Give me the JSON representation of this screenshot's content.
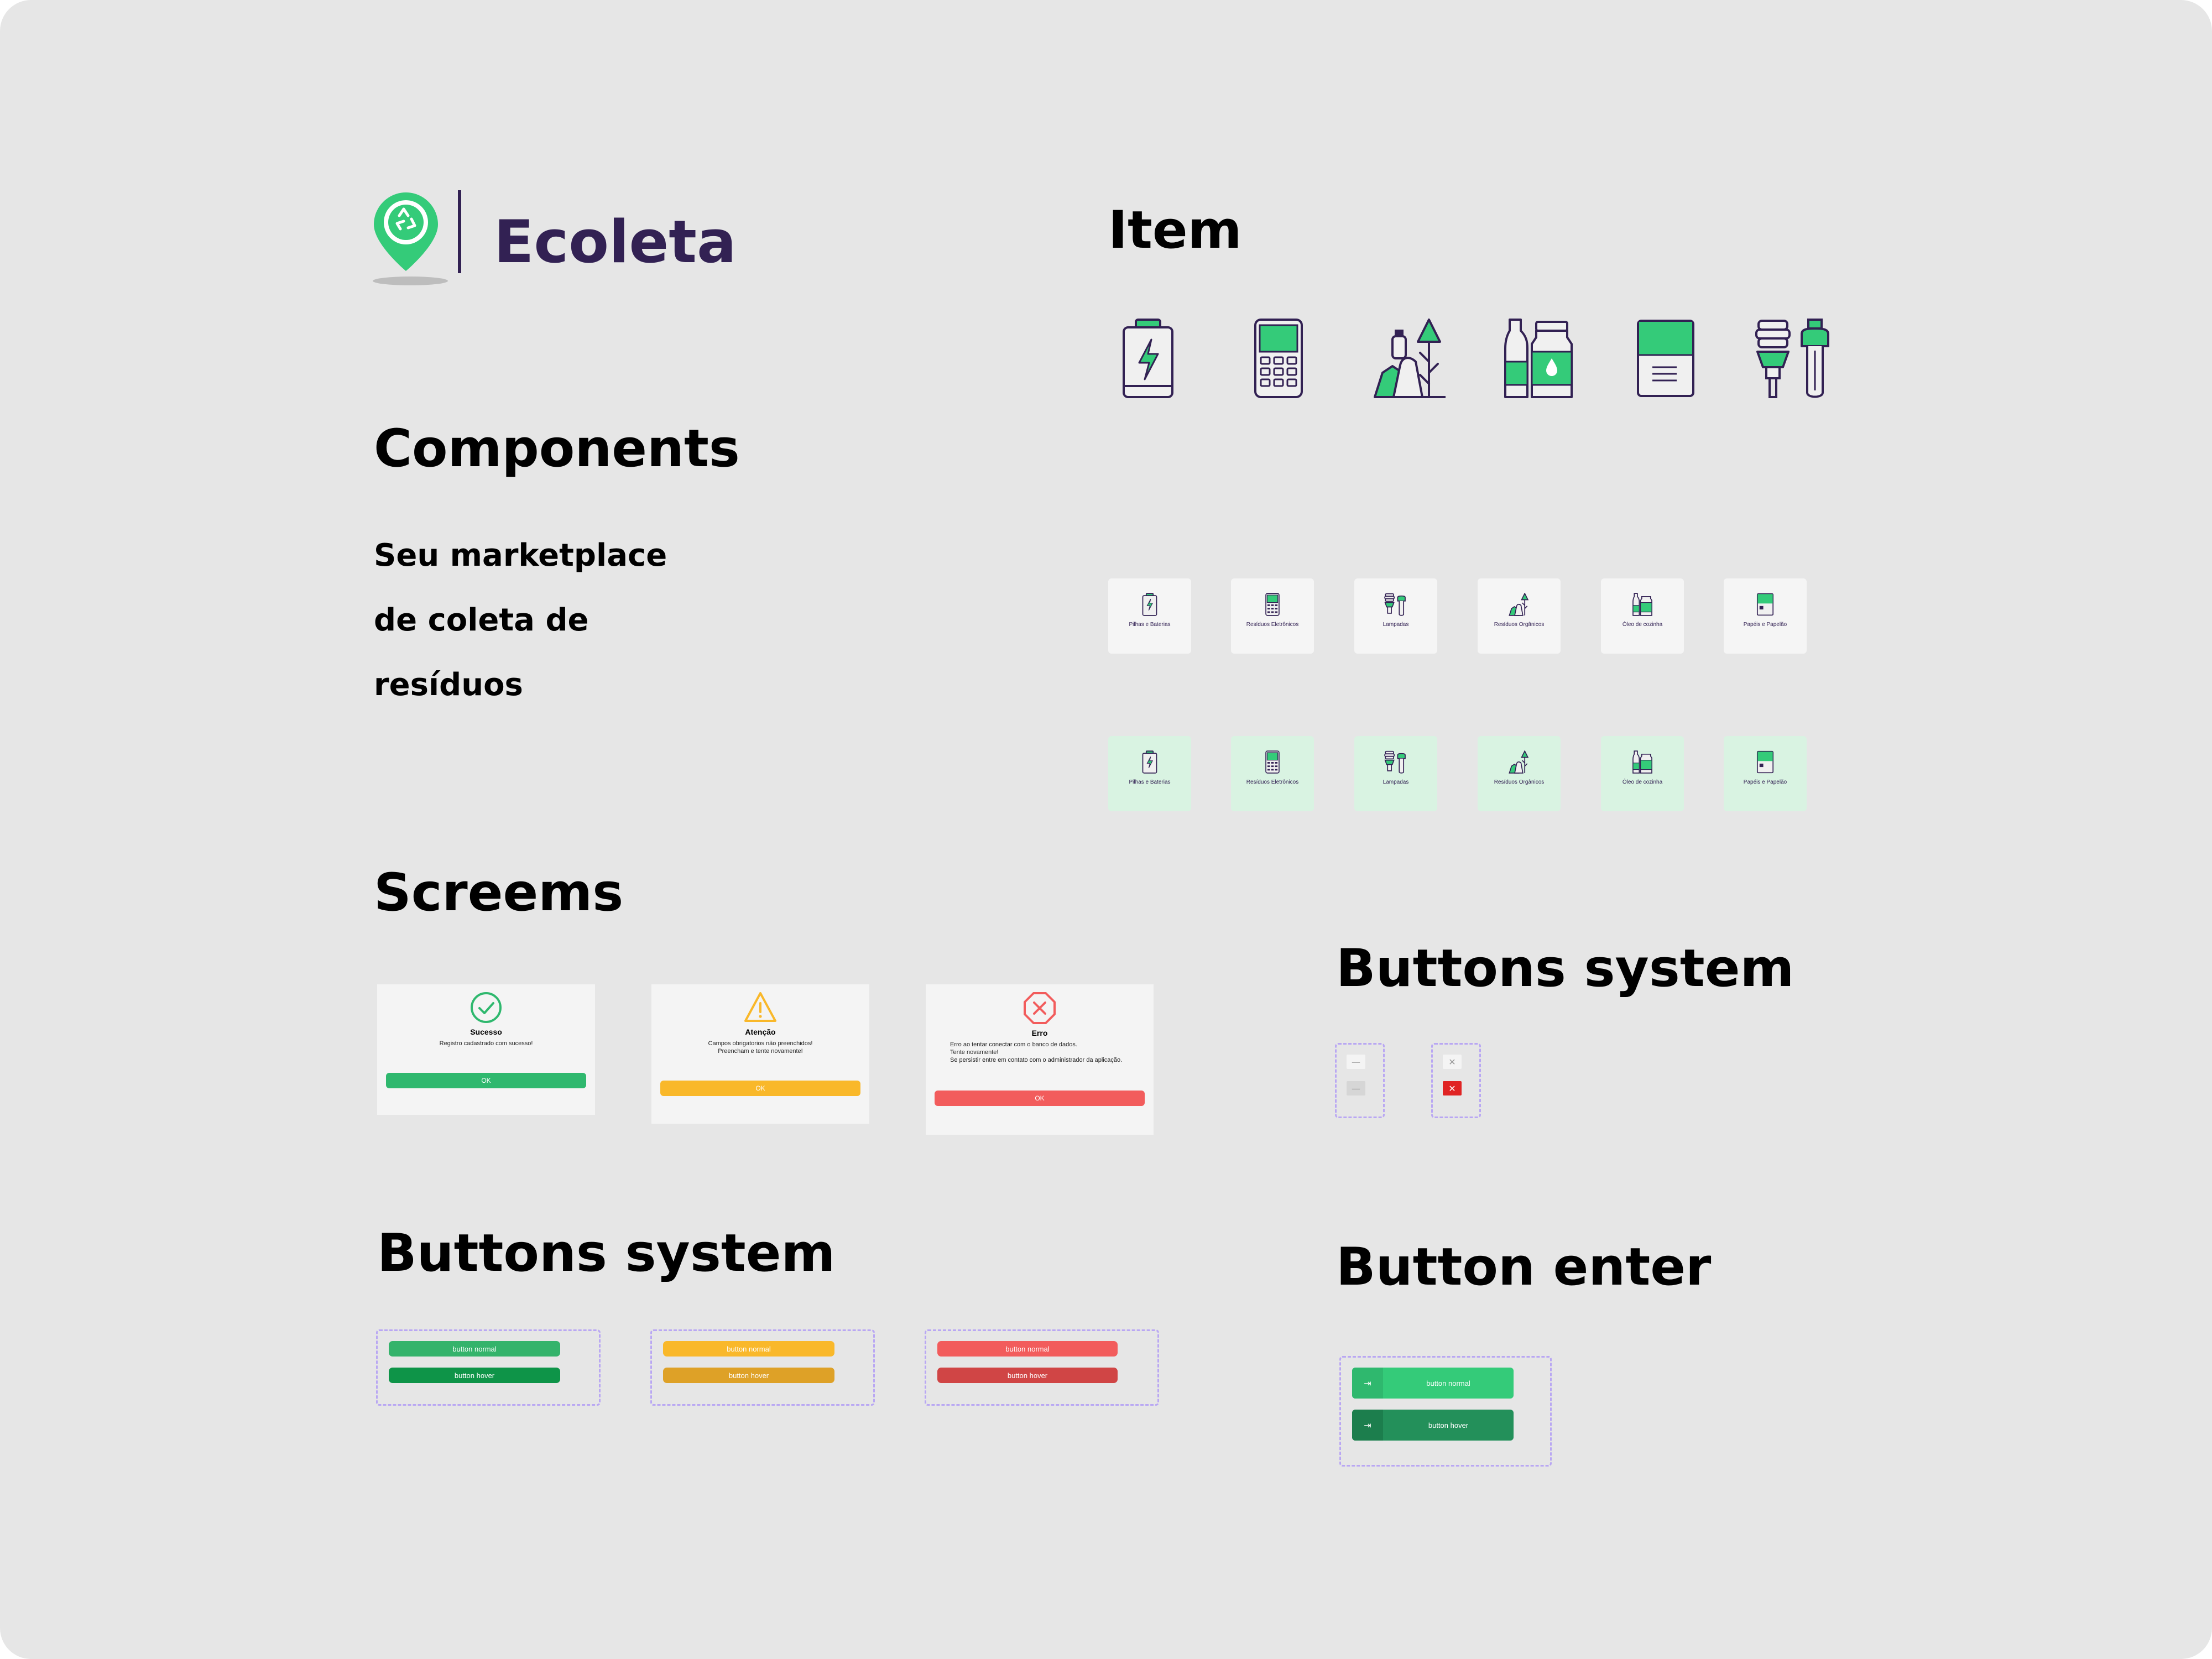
{
  "brand": {
    "name": "Ecoleta",
    "logo_icon": "recycle-pin-icon"
  },
  "headings": {
    "components": "Components",
    "tagline": [
      "Seu marketplace",
      "de coleta de",
      "resíduos"
    ],
    "screens": "Screems",
    "buttons_system_left": "Buttons system",
    "item": "Item",
    "buttons_system_right": "Buttons system",
    "button_enter": "Button enter"
  },
  "item_icons": [
    "battery-icon",
    "electronic-device-icon",
    "organic-waste-icon",
    "cooking-oil-bottles-icon",
    "paper-notebook-icon",
    "light-bulbs-icon"
  ],
  "item_cards": [
    {
      "label": "Pilhas e Baterias",
      "icon": "battery-icon"
    },
    {
      "label": "Resíduos Eletrônicos",
      "icon": "electronic-device-icon"
    },
    {
      "label": "Lampadas",
      "icon": "light-bulbs-icon"
    },
    {
      "label": "Resíduos Orgânicos",
      "icon": "organic-waste-icon"
    },
    {
      "label": "Óleo de cozinha",
      "icon": "cooking-oil-bottles-icon"
    },
    {
      "label": "Papéis e Papelão",
      "icon": "paper-notebook-icon"
    }
  ],
  "modals": {
    "success": {
      "title": "Sucesso",
      "text": "Registro cadastrado com sucesso!",
      "button": "OK",
      "icon": "check-circle-icon",
      "color": "#2fb86e"
    },
    "warning": {
      "title": "Atenção",
      "text": "Campos obrigatorios não preenchidos!\nPreencham e tente novamente!",
      "button": "OK",
      "icon": "warning-triangle-icon",
      "color": "#f9b82a"
    },
    "error": {
      "title": "Erro",
      "text": "Erro ao tentar conectar com o banco de dados.\nTente novamente!\nSe persistir entre em contato com o administrador da aplicação.",
      "button": "OK",
      "icon": "error-octagon-icon",
      "color": "#f25c5c"
    }
  },
  "button_system": {
    "green": {
      "normal": "button normal",
      "hover": "button hover",
      "normal_color": "#34b36b",
      "hover_color": "#0e9448"
    },
    "yellow": {
      "normal": "button normal",
      "hover": "button hover",
      "normal_color": "#f9b82a",
      "hover_color": "#dea127"
    },
    "red": {
      "normal": "button normal",
      "hover": "button hover",
      "normal_color": "#f25c5c",
      "hover_color": "#d04545"
    }
  },
  "small_buttons": {
    "minimize": {
      "icon": "minus-icon",
      "glyph": "—"
    },
    "close": {
      "icon": "close-icon",
      "glyph": "✕",
      "hover_color": "#e02424"
    }
  },
  "button_enter": {
    "normal": "button normal",
    "hover": "button hover",
    "icon": "sign-in-icon",
    "glyph": "⇥",
    "normal_color": "#34cb79",
    "hover_color": "#23905a"
  },
  "colors": {
    "background": "#e6e6e6",
    "brand_purple": "#322153",
    "brand_green": "#34cb79",
    "card_neutral": "#f5f5f5",
    "card_active": "#d9f3e2",
    "dashed_border": "#b9a7f3"
  }
}
